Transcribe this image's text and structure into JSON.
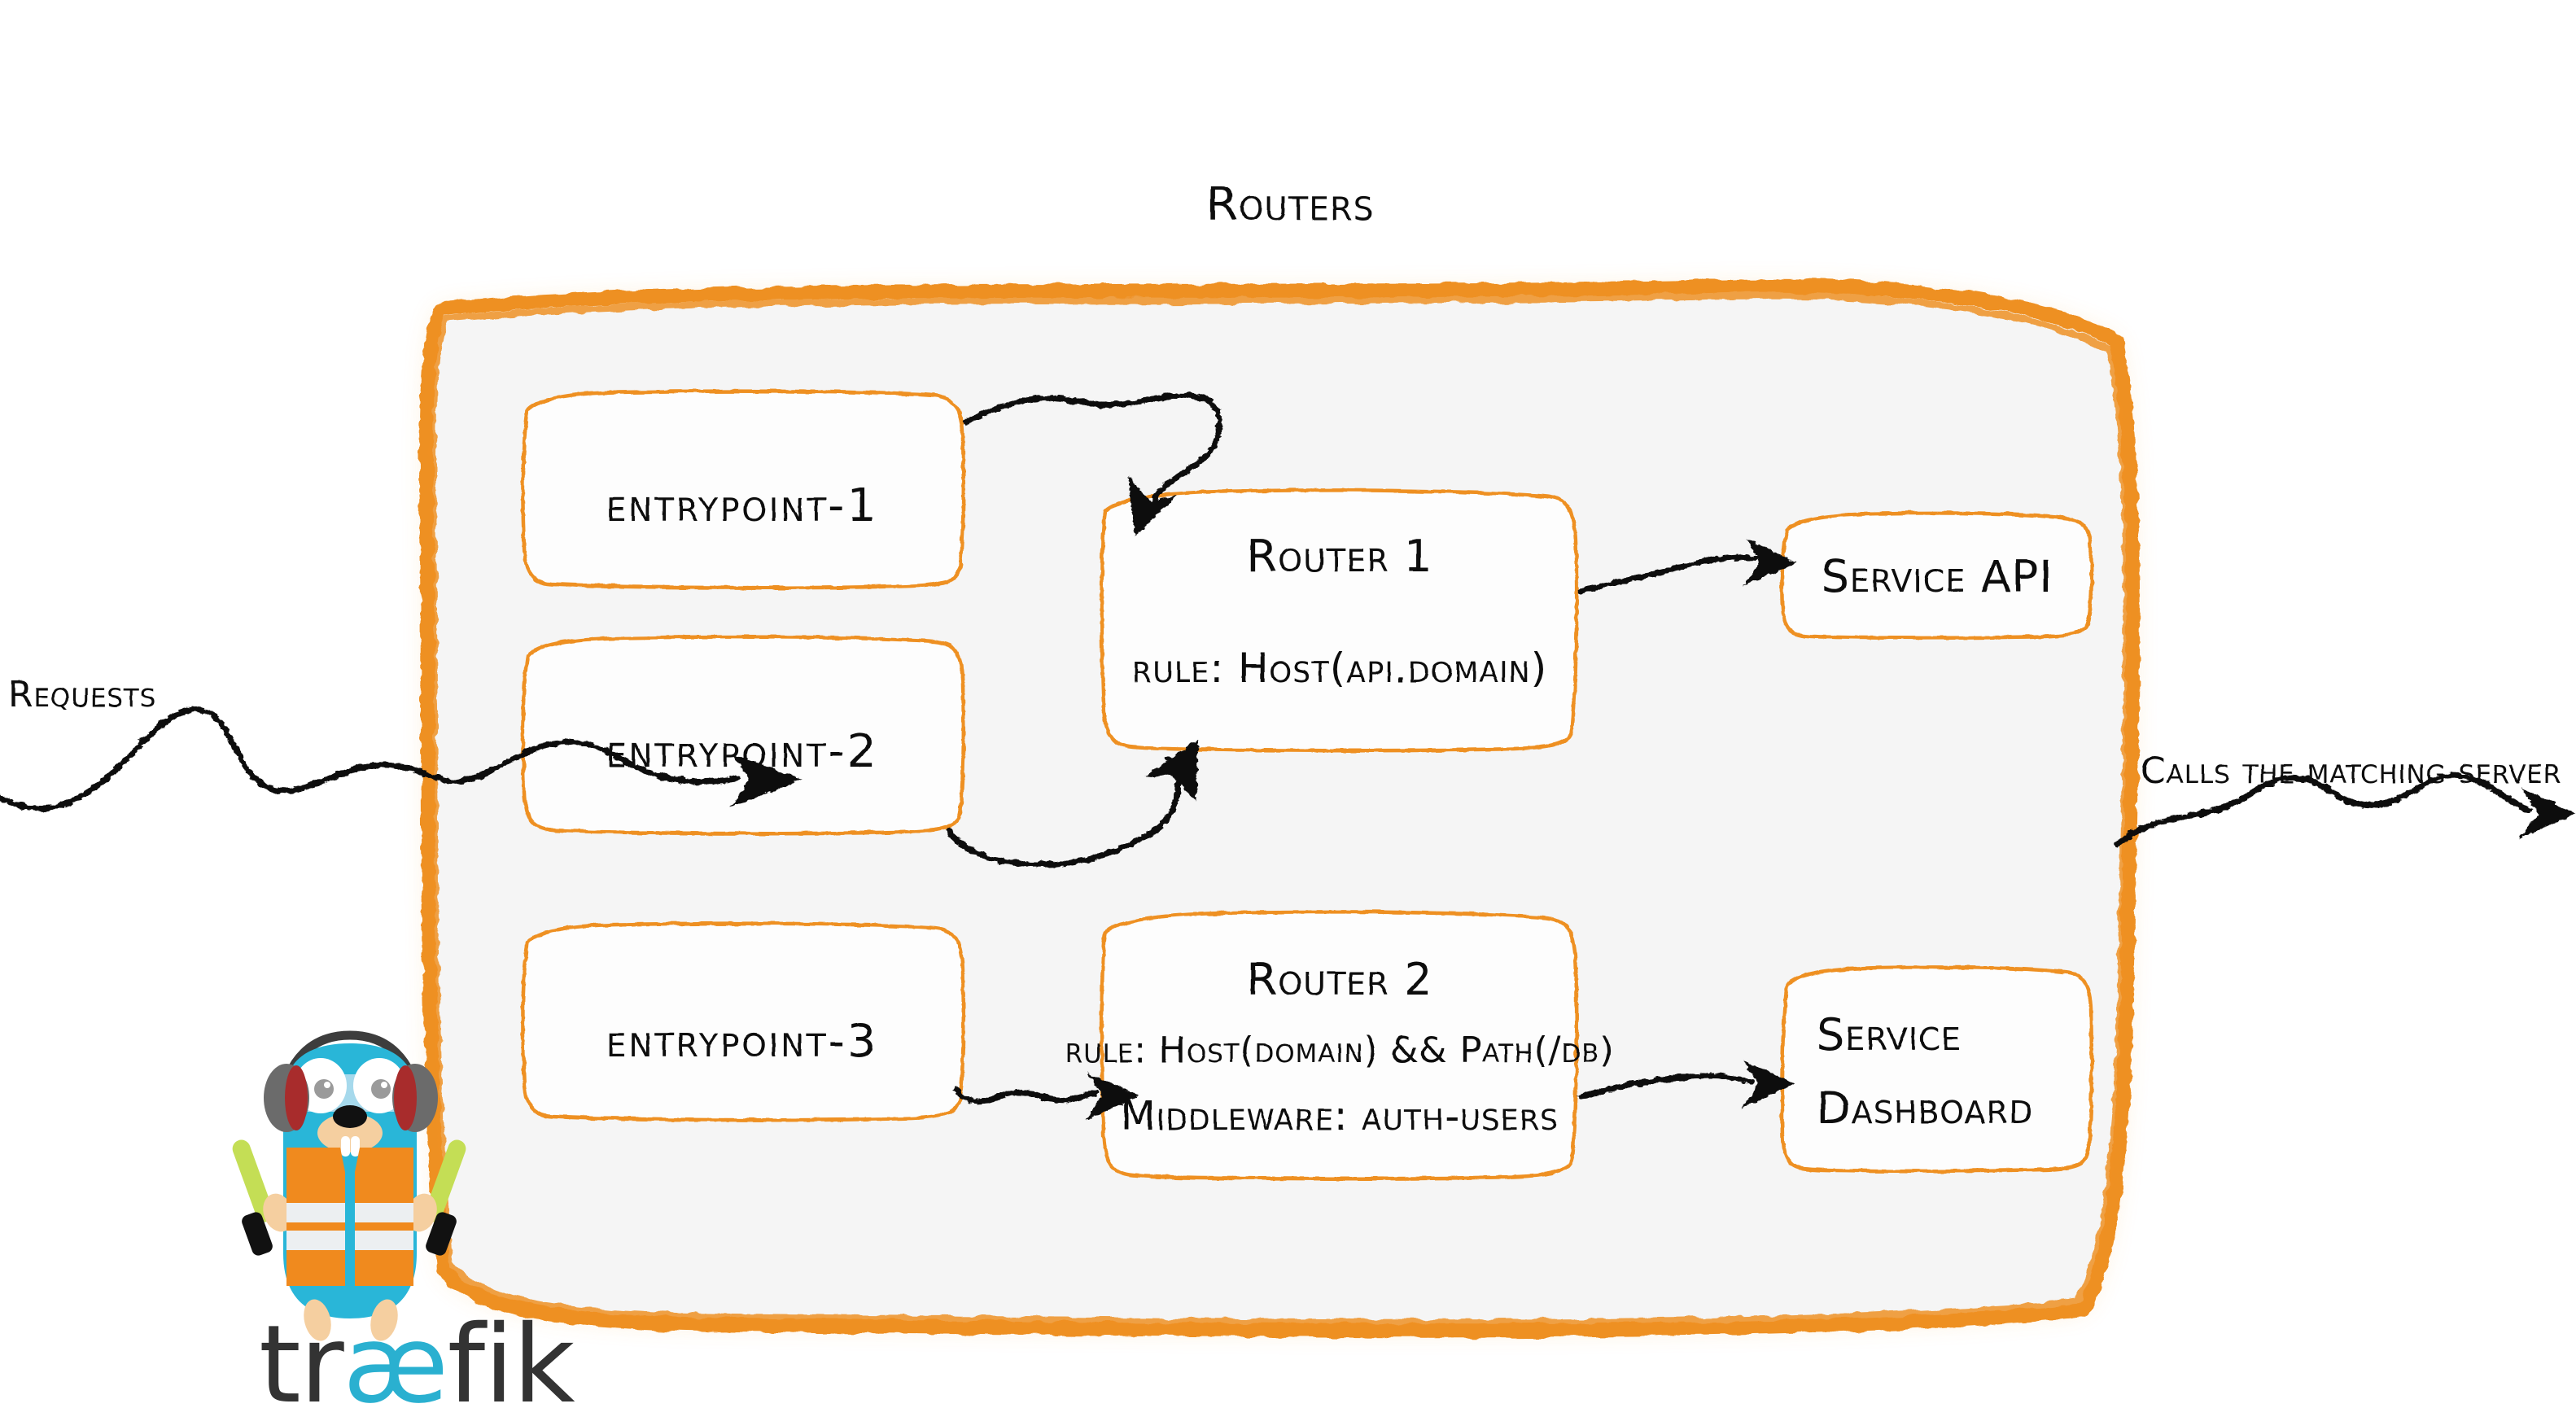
{
  "diagram": {
    "title": "Routers",
    "palette": {
      "orange": "#ee9023",
      "panel_fill": "#f5f5f5",
      "box_fill": "#fdfdfd",
      "ink": "#111111",
      "gopher_body": "#29b6d8",
      "gopher_vest": "#f08a1e",
      "gopher_wand": "#c4de55",
      "wordmark_dark": "#333333",
      "wordmark_accent": "#2ab0d0"
    },
    "left_label": "Requests",
    "right_label": "Calls the matching server",
    "entrypoints": [
      {
        "label": "entrypoint-1"
      },
      {
        "label": "entrypoint-2"
      },
      {
        "label": "entrypoint-3"
      }
    ],
    "routers": [
      {
        "name": "Router 1",
        "lines": [
          "rule: Host(api.domain)"
        ]
      },
      {
        "name": "Router 2",
        "lines": [
          "rule: Host(domain) && Path(/db)",
          "Middleware: auth-users"
        ]
      }
    ],
    "services": [
      {
        "lines": [
          "Service API"
        ]
      },
      {
        "lines": [
          "Service",
          "Dashboard"
        ]
      }
    ],
    "logo": {
      "wordmark_pre": "tr",
      "wordmark_accent": "æ",
      "wordmark_post": "fik"
    }
  }
}
